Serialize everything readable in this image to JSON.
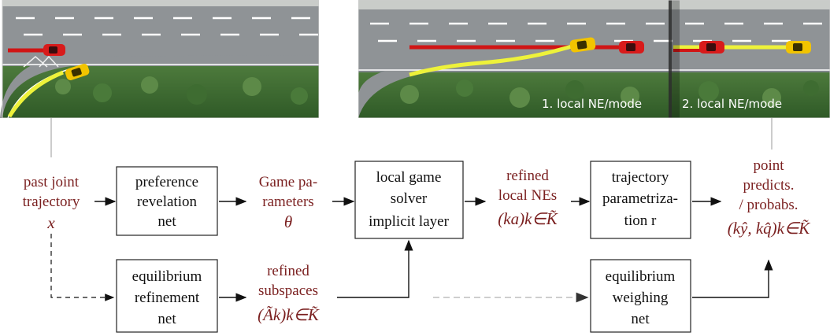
{
  "inputs": {
    "past_joint_trajectory": [
      "past joint",
      "trajectory",
      "x"
    ]
  },
  "boxes": {
    "preference_revelation_net": [
      "preference",
      "revelation",
      "net"
    ],
    "equilibrium_refinement_net": [
      "equilibrium",
      "refinement",
      "net"
    ],
    "local_game_solver": [
      "local game",
      "solver",
      "implicit layer"
    ],
    "trajectory_parametrization": [
      "trajectory",
      "parametriza-",
      "tion r"
    ],
    "equilibrium_weighing_net": [
      "equilibrium",
      "weighing",
      "net"
    ]
  },
  "signals": {
    "game_parameters": [
      "Game pa-",
      "rameters",
      "θ"
    ],
    "refined_subspaces": [
      "refined",
      "subspaces",
      "(Ãk)k∈K̃"
    ],
    "refined_local_nes": [
      "refined",
      "local NEs",
      "(ka)k∈K̃"
    ],
    "point_predicts": [
      "point",
      "predicts.",
      "/ probabs.",
      "(kŷ, kq̂)k∈K̃"
    ]
  },
  "photos": {
    "right_labels": [
      "1. local NE/mode",
      "2. local NE/mode"
    ]
  },
  "colors": {
    "label_red": "#7a1f1f",
    "road": "#8c8f91",
    "lane_mark": "#ffffff",
    "vegetation": "#3f6b34",
    "red_car": "#d81b1b",
    "yellow_car": "#f2c400",
    "red_path": "#d01515",
    "yellow_path": "#eef23a"
  },
  "icons": [
    "red-car-icon",
    "yellow-car-icon"
  ]
}
